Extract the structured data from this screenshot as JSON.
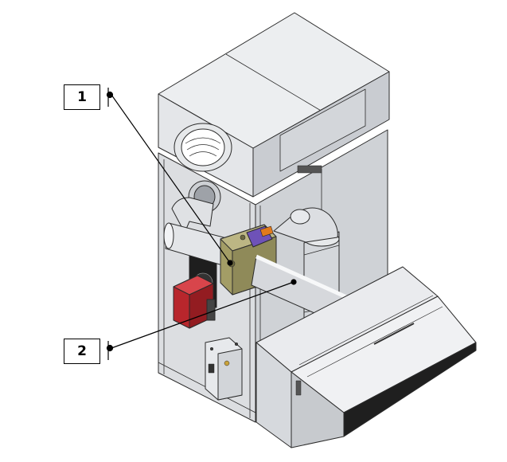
{
  "diagram": {
    "subject": "heater-unit-assembly",
    "colors": {
      "panel": "#e2e4e7",
      "panel_dark": "#c6c9ce",
      "panel_light": "#f1f2f4",
      "outline": "#2b2b2b",
      "pipe": "#d8dadd",
      "manifold": "#a6a06a",
      "control_box": "#b8262c",
      "arrow": "#e8221c",
      "purple_part": "#6e52b8"
    },
    "callouts": [
      {
        "label": "1"
      },
      {
        "label": "2"
      }
    ]
  }
}
